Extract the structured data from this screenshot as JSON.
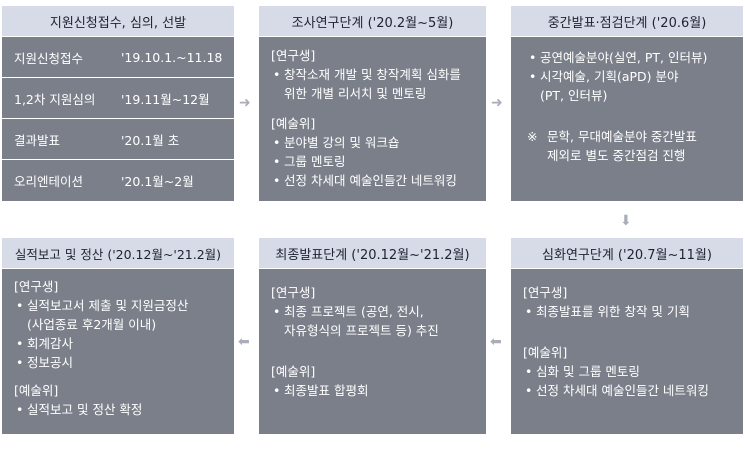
{
  "stage1": {
    "title": "지원신청접수, 심의, 선발",
    "rows": [
      {
        "label": "지원신청접수",
        "value": "'19.10.1.~11.18"
      },
      {
        "label": "1,2차 지원심의",
        "value": "'19.11월~12월"
      },
      {
        "label": "결과발표",
        "value": "'20.1월 초"
      },
      {
        "label": "오리엔테이션",
        "value": "'20.1월~2월"
      }
    ]
  },
  "stage2": {
    "title": "조사연구단계 ('20.2월~5월)",
    "groups": [
      {
        "title": "[연구생]",
        "items": [
          "창작소재 개발 및 창작계획 심화를\n위한 개별 리서치 및 멘토링"
        ]
      },
      {
        "title": "[예술위]",
        "items": [
          "분야별 강의 및 워크숍",
          "그룹 멘토링",
          "선정 차세대 예술인들간 네트워킹"
        ]
      }
    ]
  },
  "stage3": {
    "title": "중간발표·점검단계 ('20.6월)",
    "items": [
      "공연예술분야(실연, PT, 인터뷰)",
      "시각예술, 기획(aPD) 분야\n(PT, 인터뷰)"
    ],
    "note_mark": "※",
    "note": "문학, 무대예술분야 중간발표\n제외로 별도 중간점검 진행"
  },
  "stage4": {
    "title": "심화연구단계 ('20.7월~11월)",
    "groups": [
      {
        "title": "[연구생]",
        "items": [
          "최종발표를 위한 창작 및 기획"
        ]
      },
      {
        "title": "[예술위]",
        "items": [
          "심화 및 그룹 멘토링",
          "선정 차세대 예술인들간  네트워킹"
        ]
      }
    ]
  },
  "stage5": {
    "title": "최종발표단계 ('20.12월~'21.2월)",
    "groups": [
      {
        "title": "[연구생]",
        "items": [
          "최종 프로젝트 (공연, 전시,\n자유형식의 프로젝트 등) 추진"
        ]
      },
      {
        "title": "[예술위]",
        "items": [
          "최종발표 합평회"
        ]
      }
    ]
  },
  "stage6": {
    "title": "실적보고 및 정산 ('20.12월~'21.2월)",
    "groups": [
      {
        "title": "[연구생]",
        "items": [
          "실적보고서 제출 및 지원금정산\n(사업종료 후2개월 이내)",
          "회계감사",
          "정보공시"
        ]
      },
      {
        "title": "[예술위]",
        "items": [
          "실적보고 및 정산 확정"
        ]
      }
    ]
  },
  "arrows": {
    "right": "➜",
    "down": "⬇",
    "left": "⬅"
  }
}
